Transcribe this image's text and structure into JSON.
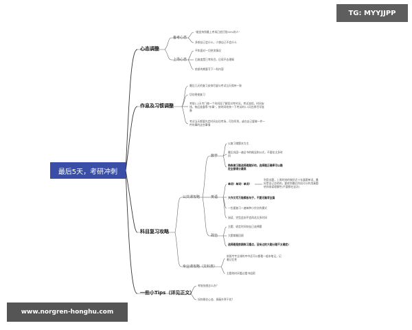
{
  "watermark_top": "TG: MYYJJPP",
  "watermark_bottom": "www.norgren-honghu.com",
  "central": "最后5天，考研冲刺",
  "branches": [
    {
      "label": "心态调整",
      "subs": [
        {
          "label": "备考心态",
          "leaves": [
            "\"能坚持到最上考场已经打败50%的人\"",
            "多想自己会什么，少想自己不会什么"
          ]
        },
        {
          "label": "上场心态",
          "leaves": [
            "平和面对一切突发情况",
            "后维度是已考科目，后续不去理睬",
            "前紧的期要写下一科内容"
          ]
        }
      ]
    },
    {
      "label": "作息及习惯调整",
      "leaves": [
        "最后几天的复习安排尽量与考试当天保持一致",
        "切勿熬夜复习",
        "考前1-2天专门做一个时间段了解室对考时况，考试流程，时间安排，物品准备等“杂事”，按时间结束一下考试的2-3天也将尽早准备",
        "考试当天都要先定时间去往考场，可别早到，或在自己要做一件一件的事的这些事情"
      ]
    },
    {
      "label": "科目复习攻略",
      "subs": [
        {
          "label": "公共课攻略",
          "groups": [
            {
              "label": "数学",
              "leaves": [
                {
                  "text": "以复习储题本为主",
                  "bold": false
                },
                {
                  "text": "最后巩固一遍全书的概念和公式，不要花太多时间",
                  "bold": false
                },
                {
                  "text": "熟练做习题选择题题好的，选择题正确率可以稳定全都得分最高",
                  "bold": true
                }
              ]
            },
            {
              "label": "英语",
              "leaves": [
                {
                  "text": "单词！单词！单词！",
                  "bold": true
                },
                {
                  "text": "大作文写万能模板句子，不要无脑背全篇",
                  "bold": true
                },
                {
                  "text": "一些要复习一遍每种小作文的模式",
                  "bold": false
                },
                {
                  "text": "阅读、完型此刻不宜再花太多时间",
                  "bold": false
                }
              ],
              "note": "利用去题，上周时刻的做好近十年真题单词，最好是自己总结的，要收到最后阶段可以利用真题给你阅读理解性(不要都在这次)"
            },
            {
              "label": "政治",
              "leaves": [
                {
                  "text": "主题、收定时间刻自己选择题",
                  "bold": false
                },
                {
                  "text": "大题掌握回顾",
                  "bold": false
                },
                {
                  "text": "选择题是前期练习重点，没有过的大题分题不太确定!",
                  "bold": true
                }
              ]
            }
          ]
        },
        {
          "label": "专业课攻略（文科类）",
          "leaves": [
            "依照专专业课的中中还可以都看一般本笔记，记着记忆性",
            "主题的时间看过看书组帮"
          ]
        }
      ]
    },
    {
      "label": "一些小Tips（详见正文）",
      "leaves": [
        "考前失眠怎么办？",
        "如何稳住心态、屏蔽外界干扰？"
      ]
    }
  ]
}
